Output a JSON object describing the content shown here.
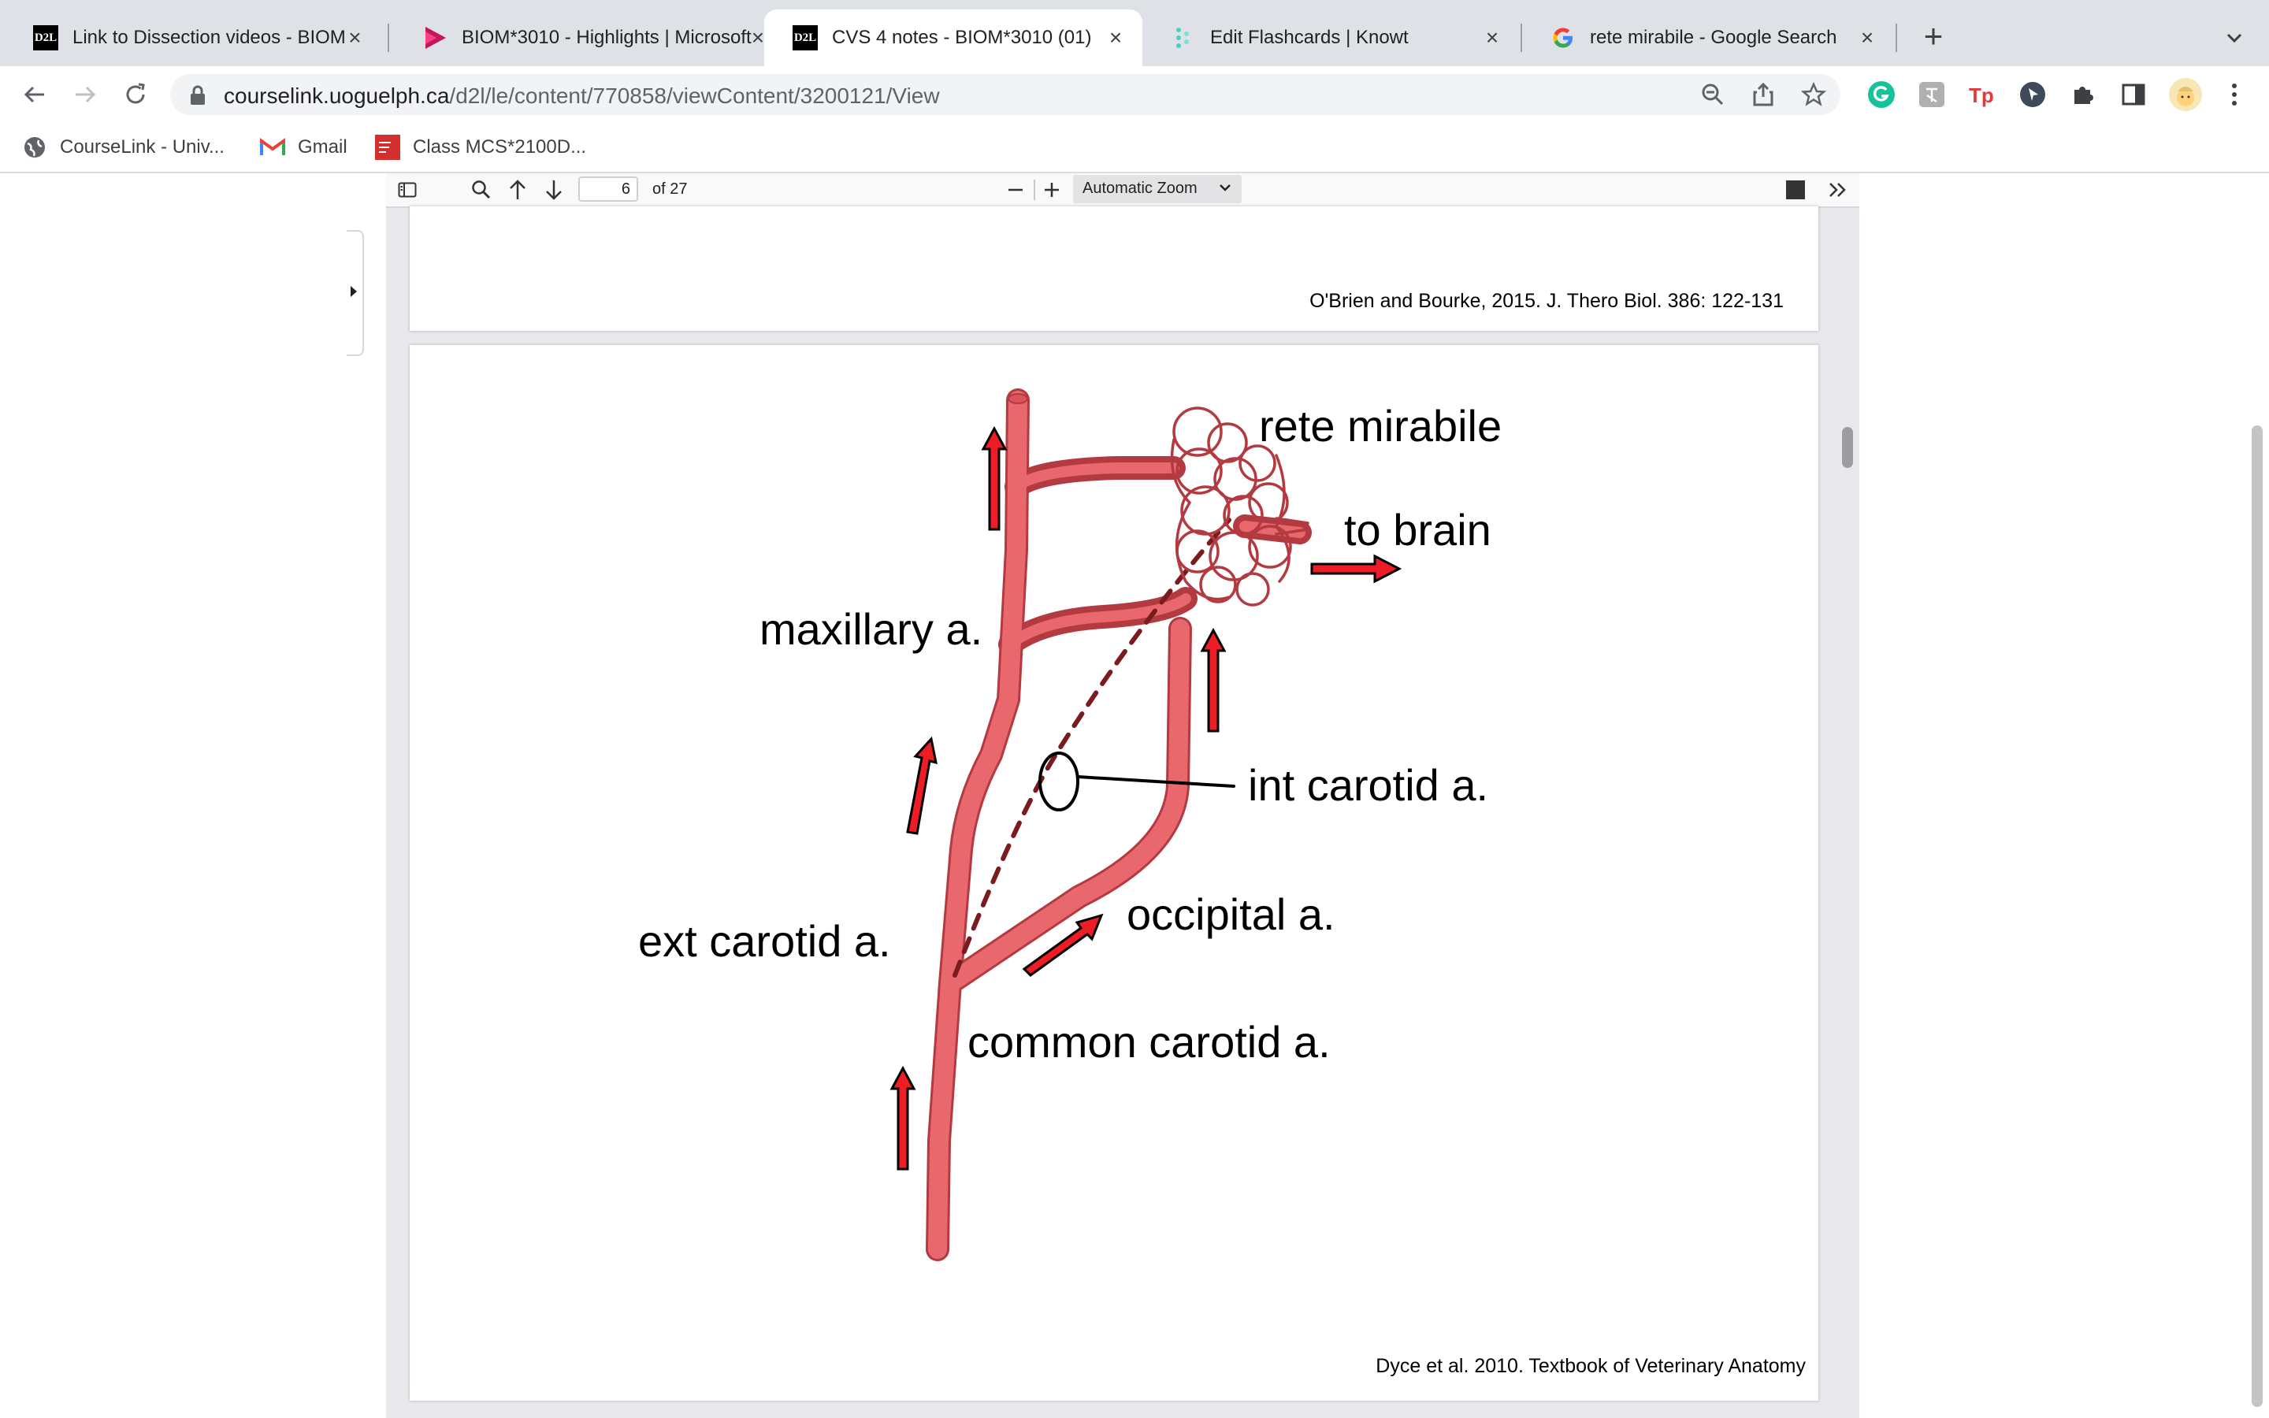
{
  "browser": {
    "tabs": [
      {
        "title": "Link to Dissection videos - BIOM",
        "favicon": "d2l-icon"
      },
      {
        "title": "BIOM*3010 - Highlights | Microsoft",
        "favicon": "play-icon"
      },
      {
        "title": "CVS 4 notes - BIOM*3010 (01)",
        "favicon": "d2l-icon",
        "active": true
      },
      {
        "title": "Edit Flashcards | Knowt",
        "favicon": "knowt-icon"
      },
      {
        "title": "rete mirabile - Google Search",
        "favicon": "google-icon"
      }
    ],
    "url_host": "courselink.uoguelph.ca",
    "url_path": "/d2l/le/content/770858/viewContent/3200121/View",
    "bookmarks": [
      {
        "label": "CourseLink - Univ..."
      },
      {
        "label": "Gmail"
      },
      {
        "label": "Class MCS*2100D..."
      }
    ]
  },
  "pdf": {
    "current_page": "6",
    "page_count": "of 27",
    "zoom": "Automatic Zoom",
    "page1_citation": "O'Brien and Bourke, 2015. J. Thero Biol. 386: 122-131",
    "page2_citation": "Dyce et al. 2010. Textbook of Veterinary Anatomy"
  },
  "diagram": {
    "labels": {
      "rete": "rete mirabile",
      "to_brain": "to brain",
      "maxillary": "maxillary a.",
      "int_carotid": "int carotid a.",
      "occipital": "occipital a.",
      "ext_carotid": "ext carotid a.",
      "common_carotid": "common carotid a."
    },
    "colors": {
      "vessel": "#e8686d",
      "vessel_outline": "#b23a40",
      "arrow": "#ee1c24",
      "dashed": "#7a1b1f"
    }
  }
}
